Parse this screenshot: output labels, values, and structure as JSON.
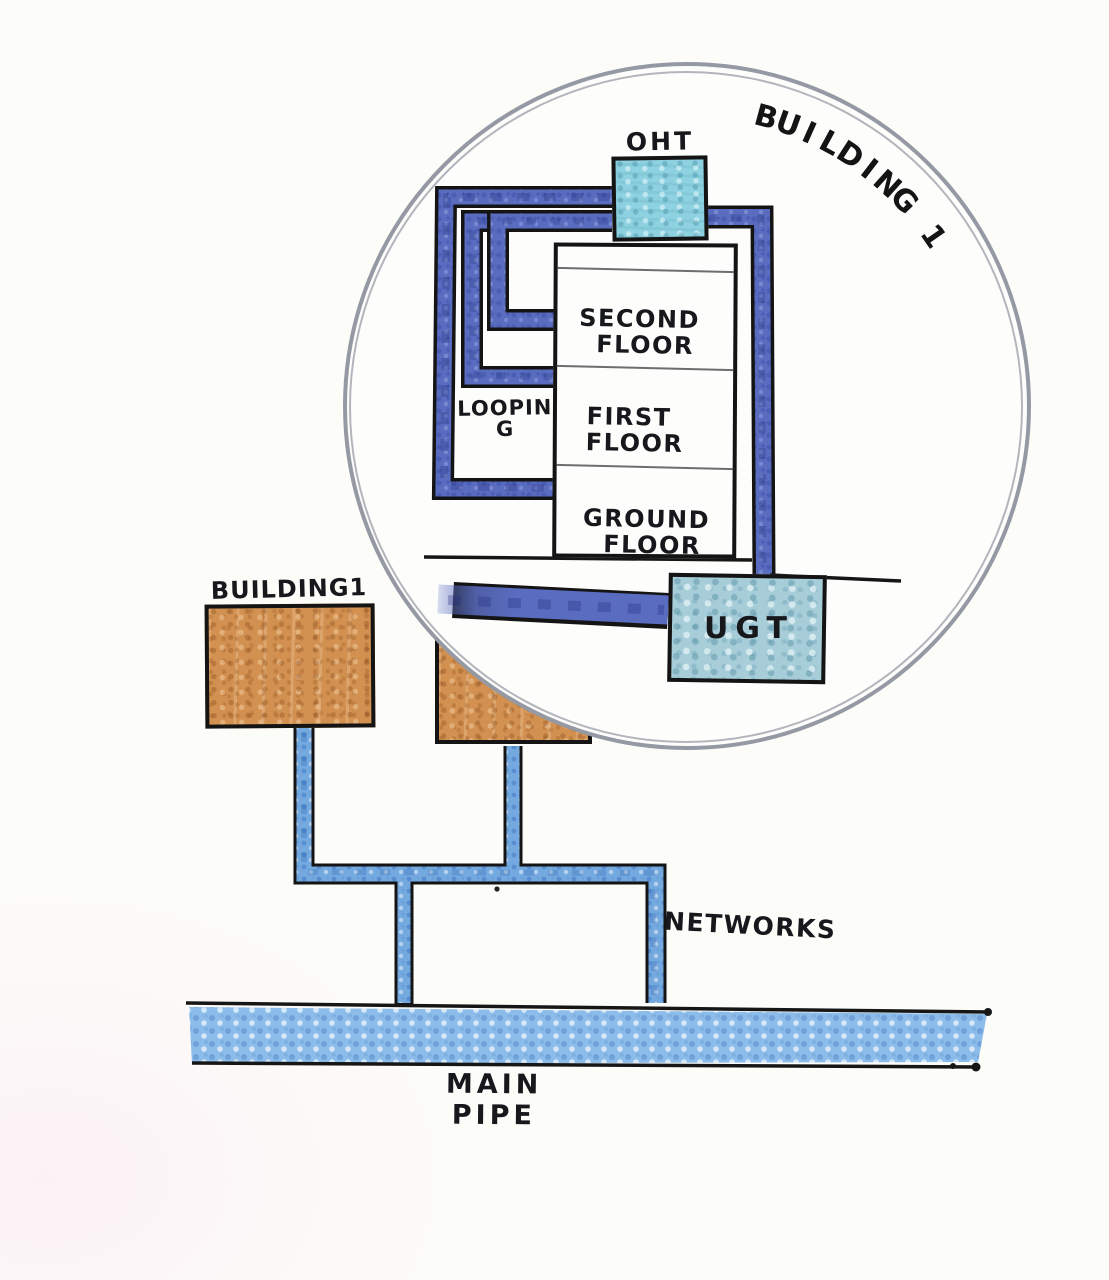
{
  "magnifier": {
    "arc_label": "BUILDING 1",
    "oht_label": "OHT",
    "looping_line1": "LOOPIN",
    "looping_line2": "G",
    "floors": [
      {
        "line1": "SECOND",
        "line2": "FLOOR"
      },
      {
        "line1": "FIRST",
        "line2": "FLOOR"
      },
      {
        "line1": "GROUND",
        "line2": "FLOOR"
      }
    ],
    "ugt_label": "UGT"
  },
  "site": {
    "building1_label": "BUILDING1",
    "networks_label": "NETWORKS",
    "main_pipe_label": "MAIN PIPE"
  },
  "colors": {
    "dark_pipe": "#5a6cc0",
    "light_pipe": "#74a9e0",
    "main_pipe": "#8cbce9",
    "oht_fill": "#8ed1e0",
    "ugt_fill": "#a7cdd9",
    "building_fill": "#d29150",
    "outline": "#141414",
    "circle_stroke": "#9599a4"
  }
}
